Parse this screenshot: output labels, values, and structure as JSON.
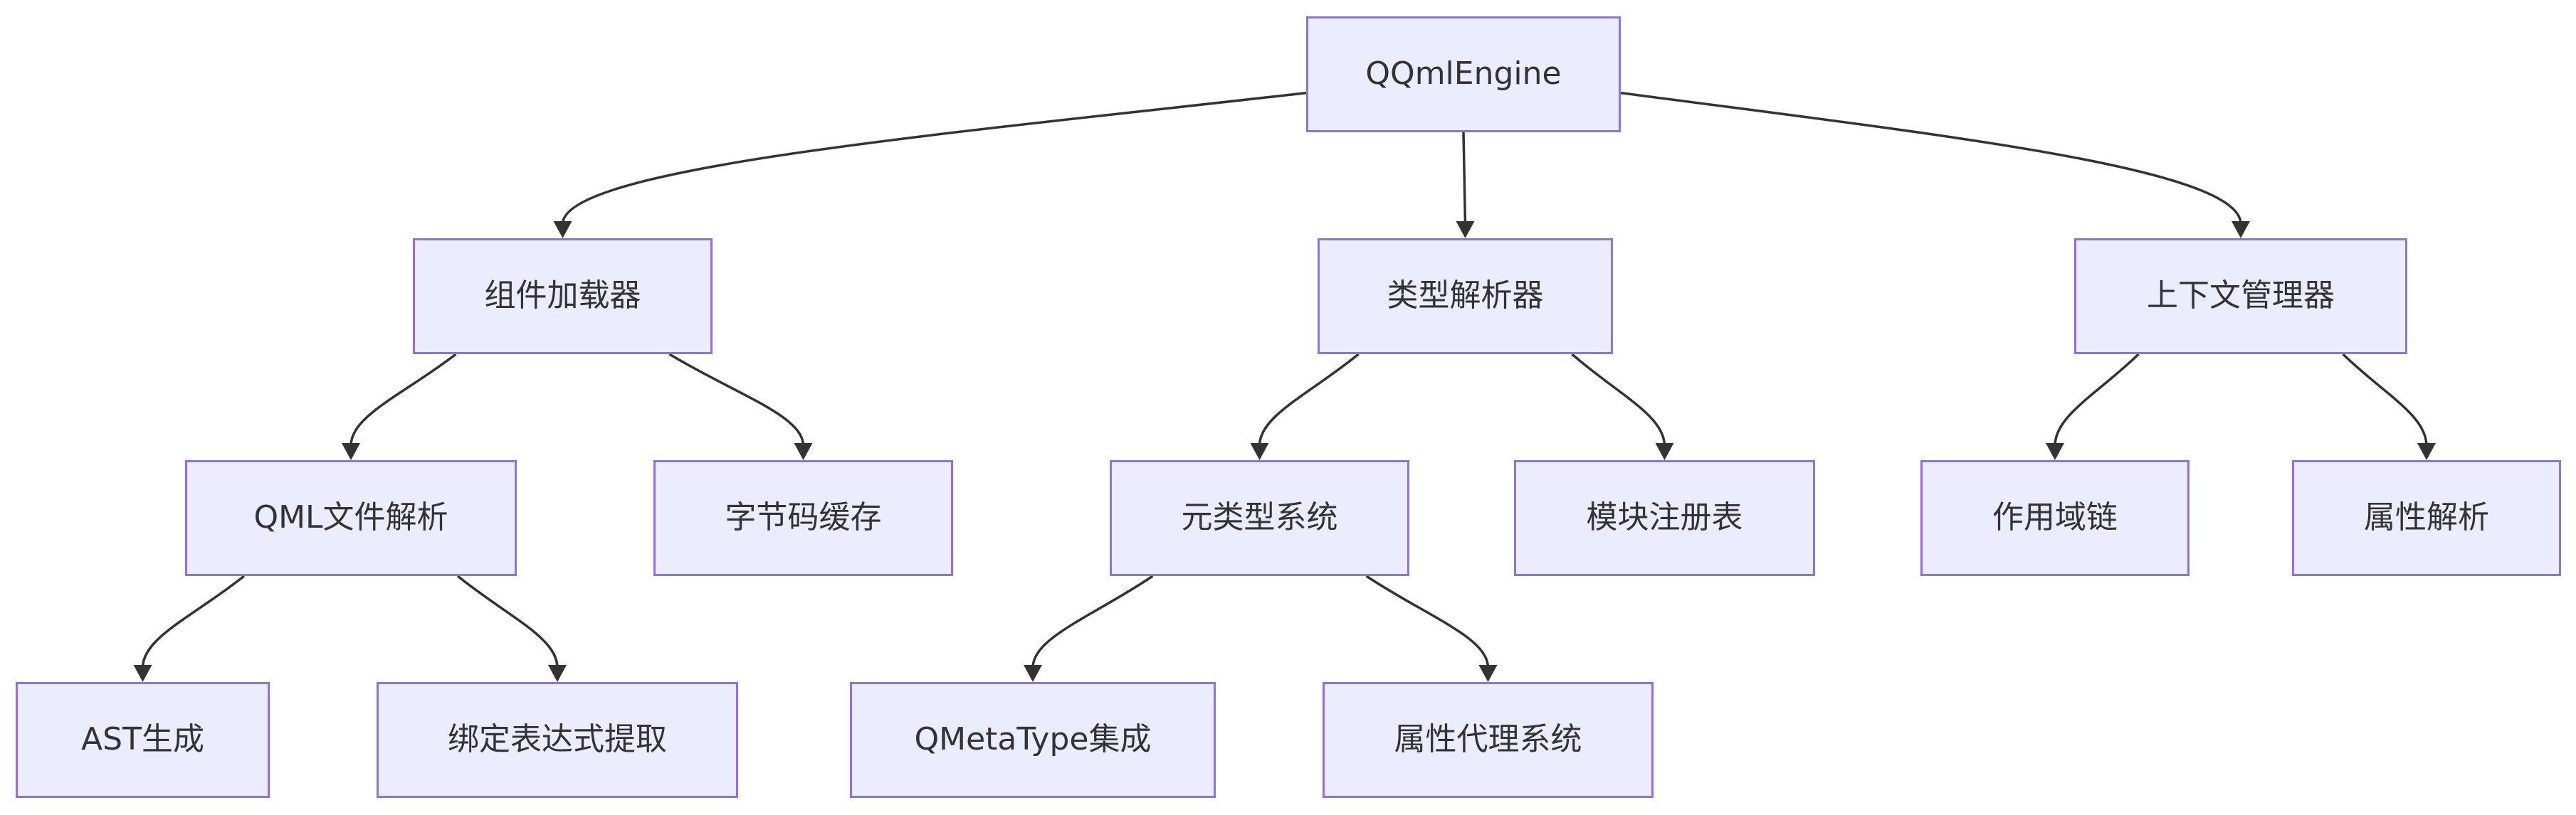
{
  "diagram": {
    "type": "flowchart-top-down",
    "nodes": [
      {
        "id": "root",
        "label": "QQmlEngine"
      },
      {
        "id": "loader",
        "label": "组件加载器"
      },
      {
        "id": "resolver",
        "label": "类型解析器"
      },
      {
        "id": "context",
        "label": "上下文管理器"
      },
      {
        "id": "qmlparse",
        "label": "QML文件解析"
      },
      {
        "id": "bytecode",
        "label": "字节码缓存"
      },
      {
        "id": "metatype",
        "label": "元类型系统"
      },
      {
        "id": "modulereg",
        "label": "模块注册表"
      },
      {
        "id": "scope",
        "label": "作用域链"
      },
      {
        "id": "propres",
        "label": "属性解析"
      },
      {
        "id": "ast",
        "label": "AST生成"
      },
      {
        "id": "binding",
        "label": "绑定表达式提取"
      },
      {
        "id": "qmeta",
        "label": "QMetaType集成"
      },
      {
        "id": "proxy",
        "label": "属性代理系统"
      }
    ],
    "edges": [
      {
        "from": "root",
        "to": "loader"
      },
      {
        "from": "root",
        "to": "resolver"
      },
      {
        "from": "root",
        "to": "context"
      },
      {
        "from": "loader",
        "to": "qmlparse"
      },
      {
        "from": "loader",
        "to": "bytecode"
      },
      {
        "from": "resolver",
        "to": "metatype"
      },
      {
        "from": "resolver",
        "to": "modulereg"
      },
      {
        "from": "context",
        "to": "scope"
      },
      {
        "from": "context",
        "to": "propres"
      },
      {
        "from": "qmlparse",
        "to": "ast"
      },
      {
        "from": "qmlparse",
        "to": "binding"
      },
      {
        "from": "metatype",
        "to": "qmeta"
      },
      {
        "from": "metatype",
        "to": "proxy"
      }
    ]
  },
  "colors": {
    "node_fill": "#ECECFF",
    "node_border": "#9370DB",
    "node_text": "#333333",
    "edge_line": "#333333",
    "background": "#FFFFFF"
  }
}
